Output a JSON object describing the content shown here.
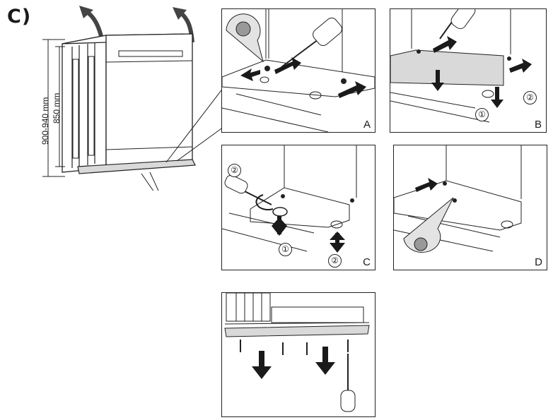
{
  "section": {
    "label": "C)"
  },
  "dimensions": {
    "total_height": "900-940 mm",
    "body_height": "850 mm"
  },
  "panels": [
    {
      "id": "A",
      "letter": "A"
    },
    {
      "id": "B",
      "letter": "B",
      "markers": [
        "①",
        "②"
      ]
    },
    {
      "id": "C",
      "letter": "C",
      "markers": [
        "②",
        "①",
        "②"
      ]
    },
    {
      "id": "D",
      "letter": "D"
    }
  ],
  "colors": {
    "line": "#222222",
    "arrow": "#1a1a1a",
    "plinth_fill": "#d9d9d9",
    "magnifier_fill": "#e3e3e3"
  }
}
